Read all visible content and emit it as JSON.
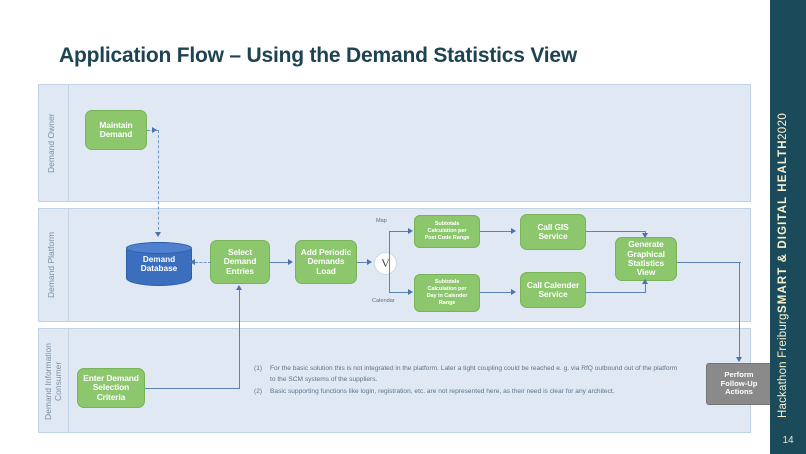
{
  "slide": {
    "title": "Application Flow – Using the Demand Statistics View",
    "page_number": "14"
  },
  "sidebar": {
    "brand_line1": "Hackathon  Freiburg",
    "brand_line2": "SMART & DIGITAL HEALTH",
    "brand_year": "2020",
    "background_color": "#1b4a5a",
    "text_color": "#f7f3d0"
  },
  "lanes": [
    {
      "id": "lane-demand-owner",
      "label": "Demand Owner"
    },
    {
      "id": "lane-demand-platform",
      "label": "Demand Platform"
    },
    {
      "id": "lane-demand-information-consumer",
      "label": "Demand Information\nConsumer"
    }
  ],
  "nodes": {
    "maintain_demand": "Maintain\nDemand",
    "demand_database": "Demand\nDatabase",
    "select_demand_entries": "Select\nDemand\nEntries",
    "add_periodic_demands_load": "Add Periodic\nDemands\nLoad",
    "gateway": "V",
    "subtotals_post_code": "Subtotals\nCalculation per\nPost Code Range",
    "subtotals_calendar": "Subtotals\nCalculation per\nDay in Calender\nRange",
    "call_gis_service": "Call GIS\nService",
    "call_calender_service": "Call Calender\nService",
    "generate_graphical_statistics_view": "Generate\nGraphical\nStatistics\nView",
    "enter_demand_selection_criteria": "Enter Demand\nSelection\nCriteria",
    "perform_follow_up_actions": "Perform\nFollow-Up\nActions"
  },
  "edge_labels": {
    "map": "Map",
    "calendar": "Calendar"
  },
  "notes": [
    {
      "num": "(1)",
      "text": "For the basic solution this is not integrated in the platform. Later a tight coupling could be reached e. g. via RfQ outbound out of the platform to the SCM systems of the suppliers."
    },
    {
      "num": "(2)",
      "text": "Basic supporting functions like login, registration, etc. are not represented here, as their need is clear for any architect."
    }
  ],
  "colors": {
    "title": "#1e4352",
    "lane_fill": "#dfe8f3",
    "process_green": "#8cc66d",
    "database_blue": "#3b6fbd",
    "external_gray": "#8a8a8a",
    "connector_blue": "#5b83b8"
  }
}
